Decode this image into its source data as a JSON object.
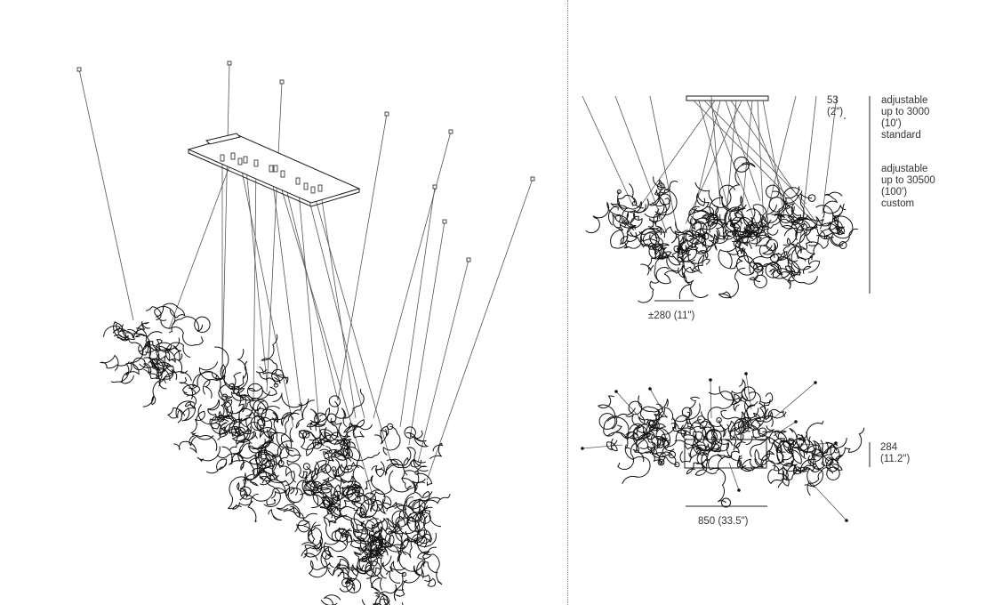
{
  "annotations": {
    "canopy_height": {
      "value": "53",
      "imperial": "(2\")"
    },
    "standard_drop": {
      "line1": "adjustable",
      "line2": "up to 3000",
      "line3": "(10')",
      "line4": "standard"
    },
    "custom_drop": {
      "line1": "adjustable",
      "line2": "up to 30500",
      "line3": "(100')",
      "line4": "custom"
    },
    "canopy_width": "±280 (11\")",
    "body_height": {
      "value": "284",
      "imperial": "(11.2\")"
    },
    "body_length": "850 (33.5\")"
  },
  "colors": {
    "line": "#1a1a1a",
    "cable": "#555555",
    "divider": "#888888"
  }
}
